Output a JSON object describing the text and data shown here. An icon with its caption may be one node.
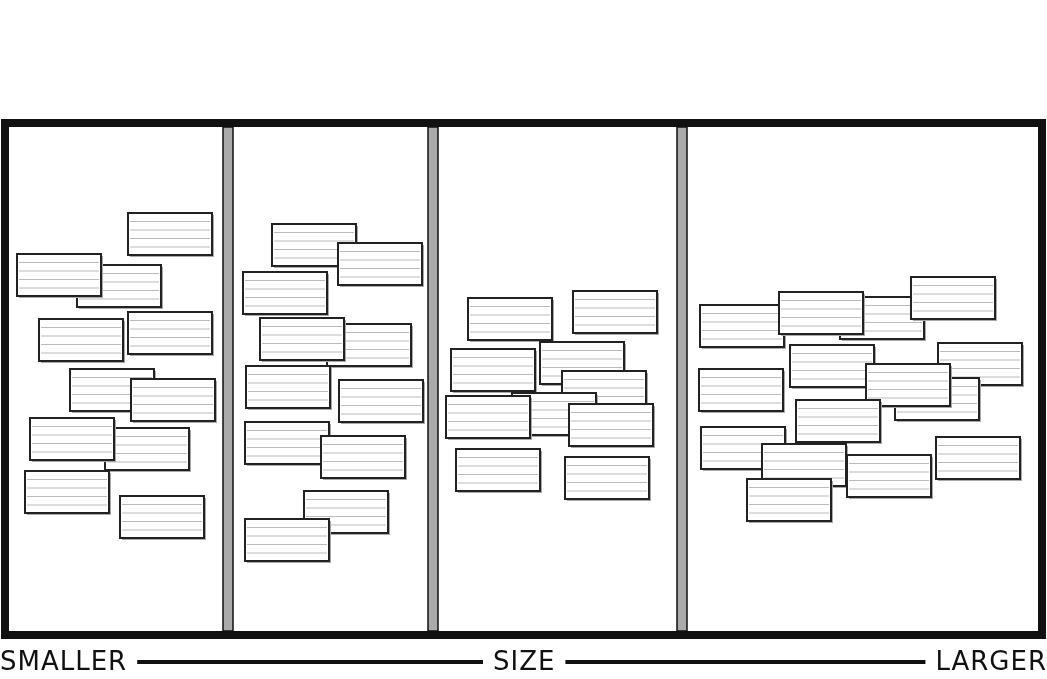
{
  "diagram": {
    "labels": [
      "SMALLER",
      "SIZE",
      "LARGER"
    ]
  }
}
